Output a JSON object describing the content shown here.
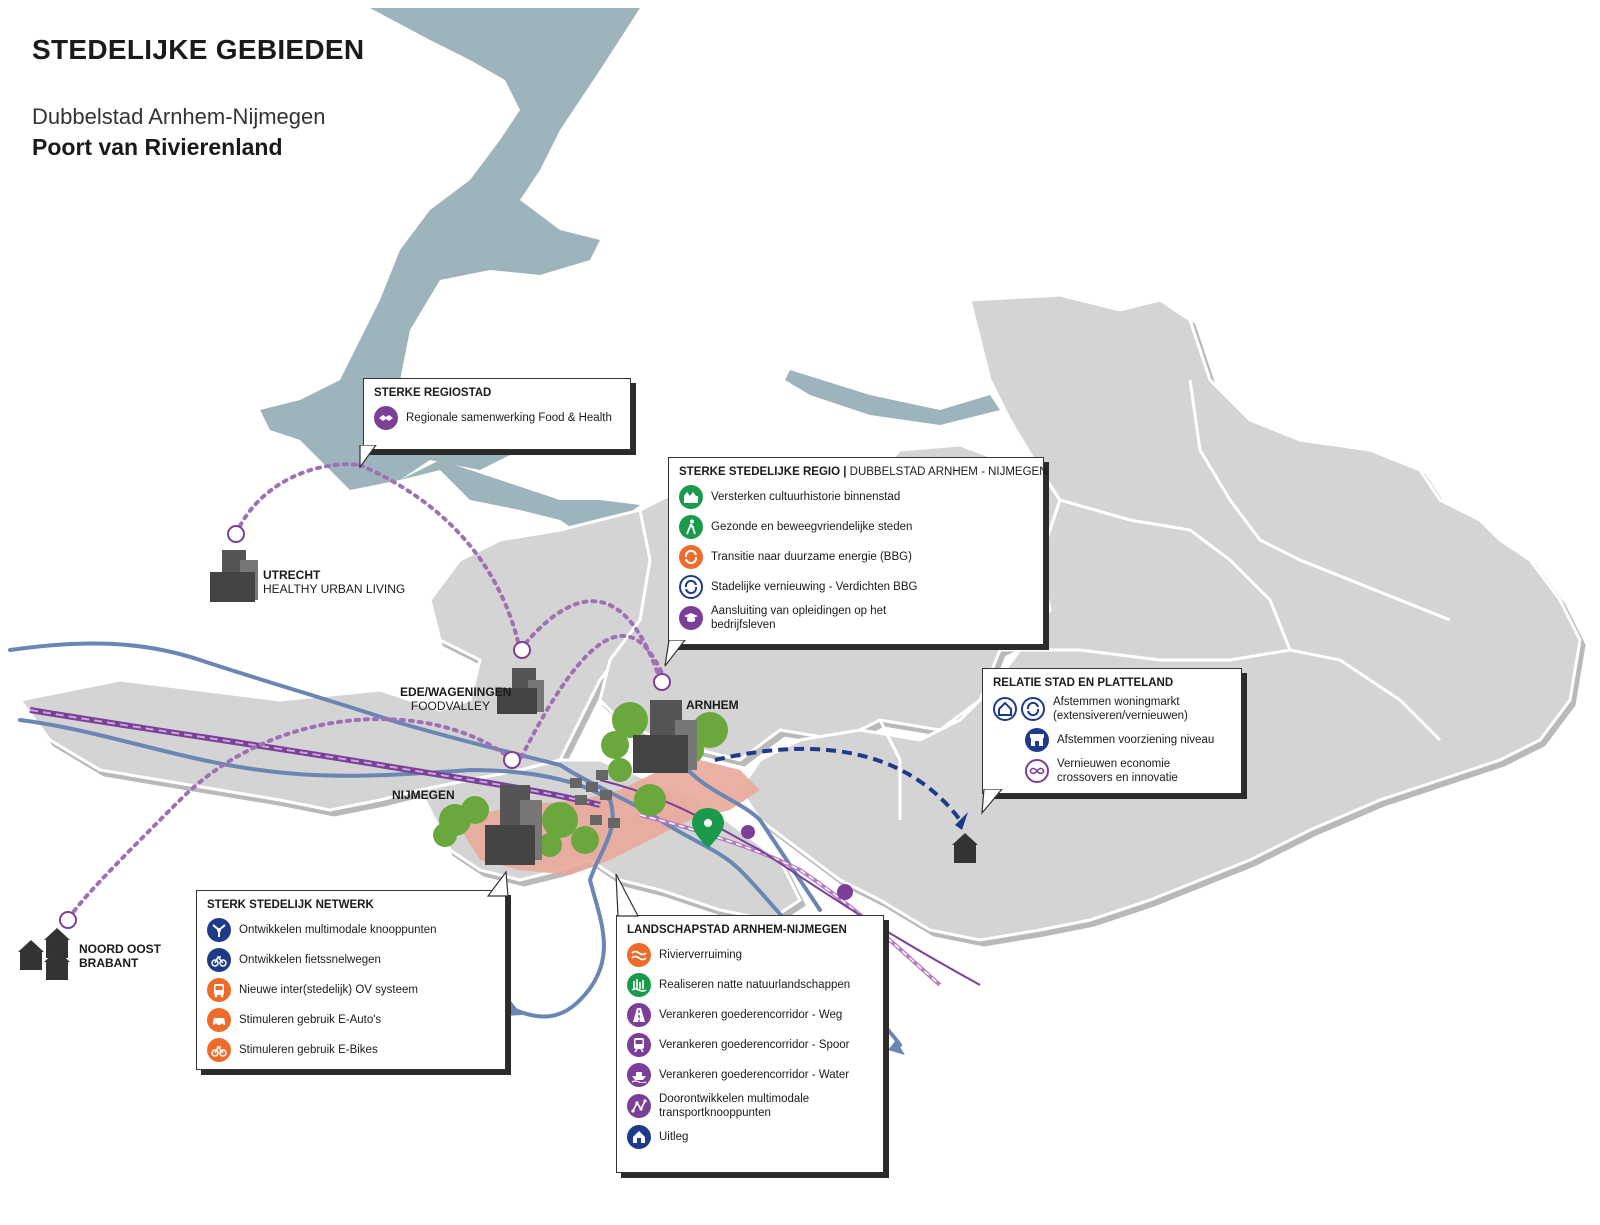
{
  "header": {
    "title": "STEDELIJKE GEBIEDEN",
    "subtitle": "Dubbelstad Arnhem-Nijmegen",
    "subtitle_bold": "Poort van Rivierenland"
  },
  "colors": {
    "water": "#9eb4bd",
    "land": "#d4d4d4",
    "land_edge": "#ffffff",
    "river": "#6a86b3",
    "urban": "#e8a89a",
    "purple": "#7b3f98",
    "green": "#1a9a4a",
    "orange": "#ee6b2c",
    "navy": "#1e3b8a"
  },
  "places": {
    "utrecht": {
      "name": "UTRECHT",
      "sub": "HEALTHY URBAN LIVING"
    },
    "ede": {
      "name": "EDE/WAGENINGEN",
      "sub": "FOODVALLEY"
    },
    "arnhem": {
      "name": "ARNHEM"
    },
    "nijmegen": {
      "name": "NIJMEGEN"
    },
    "noord_oost_brabant": {
      "name_line1": "NOORD OOST",
      "name_line2": "BRABANT"
    }
  },
  "callouts": {
    "regiostad": {
      "title": "STERKE REGIOSTAD",
      "items": [
        {
          "label": "Regionale samenwerking Food & Health",
          "icon": "handshake-icon",
          "color": "purple"
        }
      ]
    },
    "stedelijke_regio": {
      "title": "STERKE STEDELIJKE REGIO |",
      "title_thin": "DUBBELSTAD ARNHEM - NIJMEGEN",
      "items": [
        {
          "label": "Versterken cultuurhistorie binnenstad",
          "icon": "historic-buildings-icon",
          "color": "green"
        },
        {
          "label": "Gezonde en beweegvriendelijke steden",
          "icon": "walking-person-icon",
          "color": "green"
        },
        {
          "label": "Transitie naar duurzame energie (BBG)",
          "icon": "energy-cycle-icon",
          "color": "orange"
        },
        {
          "label": "Stadelijke vernieuwing - Verdichten BBG",
          "icon": "renewal-icon",
          "color": "navy-ring"
        },
        {
          "label": "Aansluiting van opleidingen op het bedrijfsleven",
          "icon": "graduation-cap-icon",
          "color": "purple"
        }
      ]
    },
    "stad_platteland": {
      "title": "RELATIE STAD EN PLATTELAND",
      "items": [
        {
          "label": "Afstemmen woningmarkt (extensiveren/vernieuwen)",
          "icon": "house-icon",
          "color": "navy-ring",
          "icon2": "renewal-icon"
        },
        {
          "label": "Afstemmen voorziening niveau",
          "icon": "shop-icon",
          "color": "navy"
        },
        {
          "label": "Vernieuwen economie crossovers en innovatie",
          "icon": "crossover-icon",
          "color": "purple-ring"
        }
      ]
    },
    "netwerk": {
      "title": "STERK STEDELIJK NETWERK",
      "items": [
        {
          "label": "Ontwikkelen multimodale knooppunten",
          "icon": "hub-icon",
          "color": "navy"
        },
        {
          "label": "Ontwikkelen fietssnelwegen",
          "icon": "bicycle-icon",
          "color": "navy"
        },
        {
          "label": "Nieuwe inter(stedelijk) OV systeem",
          "icon": "bus-icon",
          "color": "orange"
        },
        {
          "label": "Stimuleren gebruik E-Auto's",
          "icon": "car-icon",
          "color": "orange"
        },
        {
          "label": "Stimuleren gebruik E-Bikes",
          "icon": "ebike-icon",
          "color": "orange"
        }
      ]
    },
    "landschapstad": {
      "title": "LANDSCHAPSTAD ARNHEM-NIJMEGEN",
      "items": [
        {
          "label": "Rivierverruiming",
          "icon": "waves-icon",
          "color": "orange"
        },
        {
          "label": "Realiseren natte natuurlandschappen",
          "icon": "wetland-icon",
          "color": "green"
        },
        {
          "label": "Verankeren goederencorridor - Weg",
          "icon": "road-icon",
          "color": "purple"
        },
        {
          "label": "Verankeren goederencorridor - Spoor",
          "icon": "train-icon",
          "color": "purple"
        },
        {
          "label": "Verankeren goederencorridor - Water",
          "icon": "ship-icon",
          "color": "purple"
        },
        {
          "label": "Doorontwikkelen multimodale transportknooppunten",
          "icon": "network-icon",
          "color": "purple"
        },
        {
          "label": "Uitleg",
          "icon": "house-icon",
          "color": "navy"
        }
      ]
    }
  }
}
